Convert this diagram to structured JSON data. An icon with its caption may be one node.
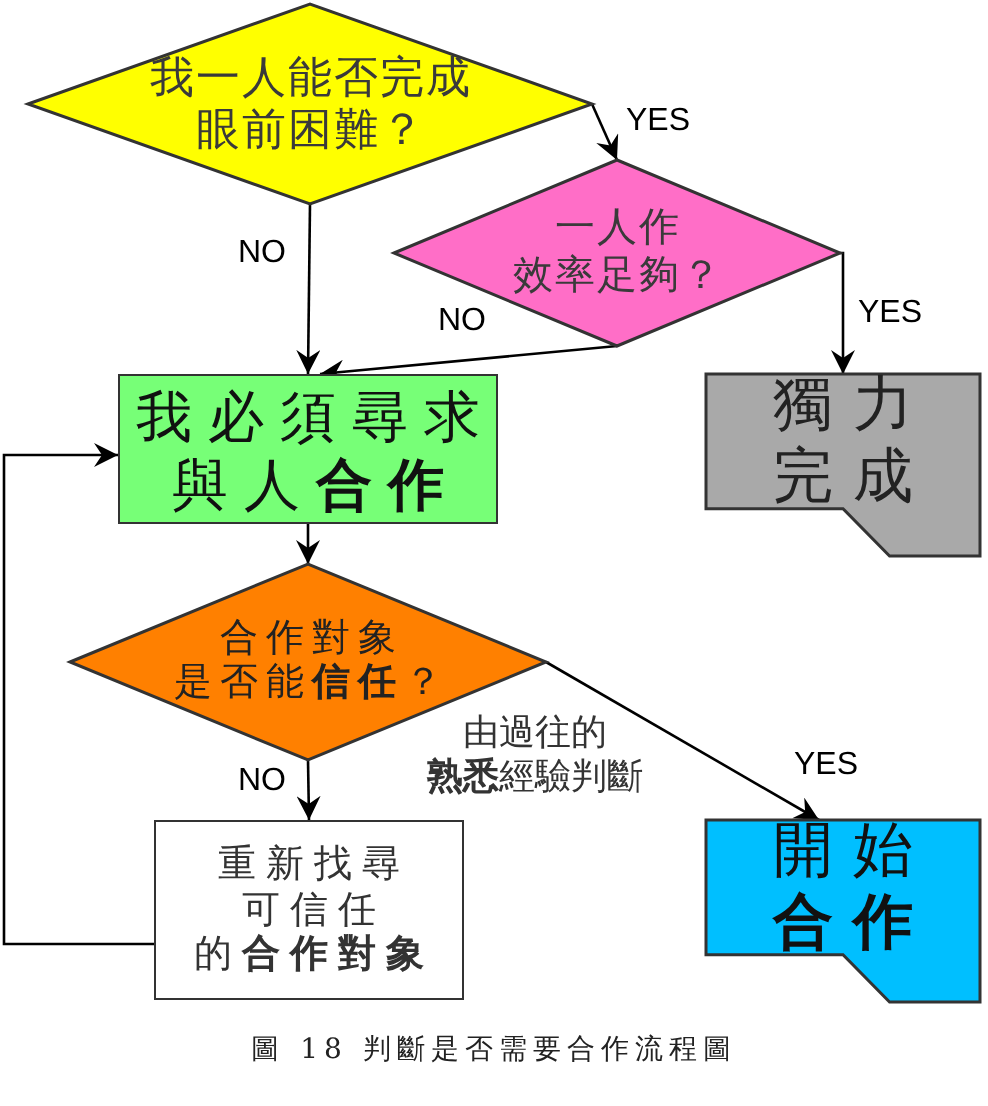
{
  "diagram": {
    "caption": "圖 18 判斷是否需要合作流程圖",
    "nodes": [
      {
        "text": [
          "我一人能否完成眼前困難？"
        ]
      },
      {
        "text": [
          "一人作效率足夠？"
        ]
      },
      {
        "text": [
          "我必須尋求與人**合作**"
        ]
      },
      {
        "text": [
          "獨力完成"
        ]
      },
      {
        "text": [
          "合作對象是否能**信任**？"
        ]
      },
      {
        "text": [
          "重新找尋可信任的**合作對象**"
        ]
      },
      {
        "text": [
          "開始**合作**"
        ]
      }
    ],
    "edges": [
      {
        "from": 0,
        "to": 2,
        "arrow": "to",
        "label": "NO"
      },
      {
        "from": 0,
        "to": 1,
        "arrow": "to",
        "label": "YES"
      },
      {
        "from": 1,
        "to": 2,
        "arrow": "to",
        "label": "NO"
      },
      {
        "from": 1,
        "to": 3,
        "arrow": "to",
        "label": "YES"
      },
      {
        "from": 2,
        "to": 4,
        "arrow": "to"
      },
      {
        "from": 4,
        "to": 5,
        "arrow": "to",
        "label": "NO"
      },
      {
        "from": 4,
        "to": 6,
        "arrow": "to",
        "label": "YES"
      },
      {
        "from": 5,
        "to": 2,
        "arrow": "to"
      }
    ],
    "labels": [
      "由過往的**熟悉**經驗判斷"
    ]
  }
}
